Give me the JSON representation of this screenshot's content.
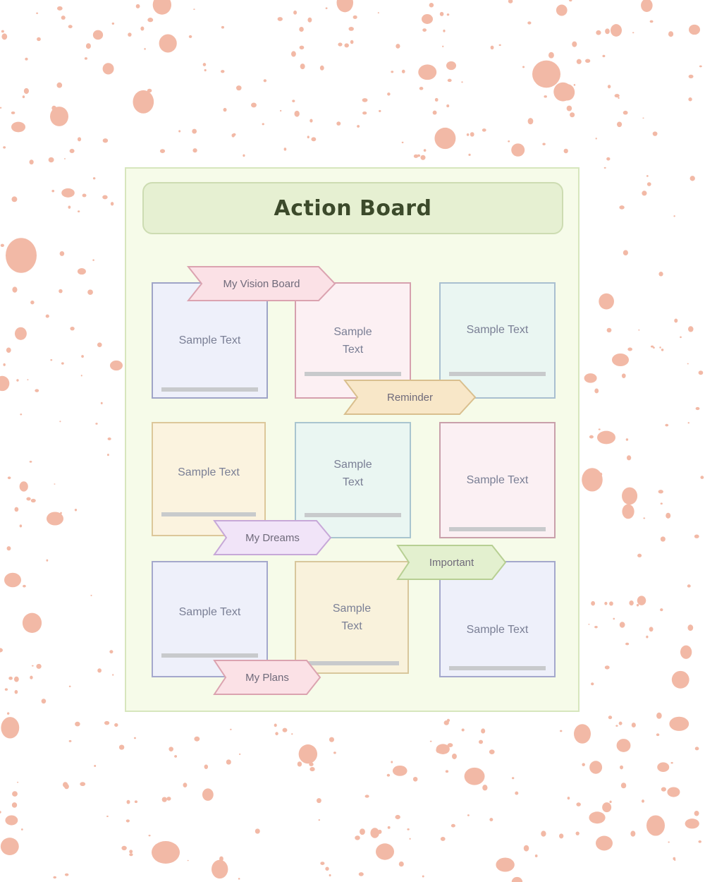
{
  "board": {
    "title": "Action Board"
  },
  "cards": [
    {
      "text": "Sample Text",
      "fill": "#eef0fa",
      "border": "#9fa4c7"
    },
    {
      "text": "Sample Text",
      "fill": "#fcf0f3",
      "border": "#d6a0ae"
    },
    {
      "text": "Sample Text",
      "fill": "#eaf6f2",
      "border": "#a9bfd0"
    },
    {
      "text": "Sample Text",
      "fill": "#fbf3df",
      "border": "#dcc79a"
    },
    {
      "text": "Sample Text",
      "fill": "#eaf6f2",
      "border": "#a9c5cf"
    },
    {
      "text": "Sample Text",
      "fill": "#fbf0f3",
      "border": "#c9a0ab"
    },
    {
      "text": "Sample Text",
      "fill": "#eef0fa",
      "border": "#a4a8cc"
    },
    {
      "text": "Sample Text",
      "fill": "#f9f2dc",
      "border": "#d8c79c"
    },
    {
      "text": "Sample Text",
      "fill": "#eef0fa",
      "border": "#a4a8cc"
    }
  ],
  "tags": [
    {
      "text": "My Vision Board",
      "fill": "#fbe1e6",
      "border": "#dba3b0"
    },
    {
      "text": "Reminder",
      "fill": "#f8e7c8",
      "border": "#d9bf8e"
    },
    {
      "text": "My Dreams",
      "fill": "#f1e4f8",
      "border": "#c7a8d8"
    },
    {
      "text": "Important",
      "fill": "#e3f0cf",
      "border": "#b7cf93"
    },
    {
      "text": "My Plans",
      "fill": "#fbe1e6",
      "border": "#dba3b0"
    }
  ],
  "colors": {
    "splatter": "#f2b9a6",
    "board_background": "#f6fbe9",
    "title_background": "#e6f0d2"
  }
}
